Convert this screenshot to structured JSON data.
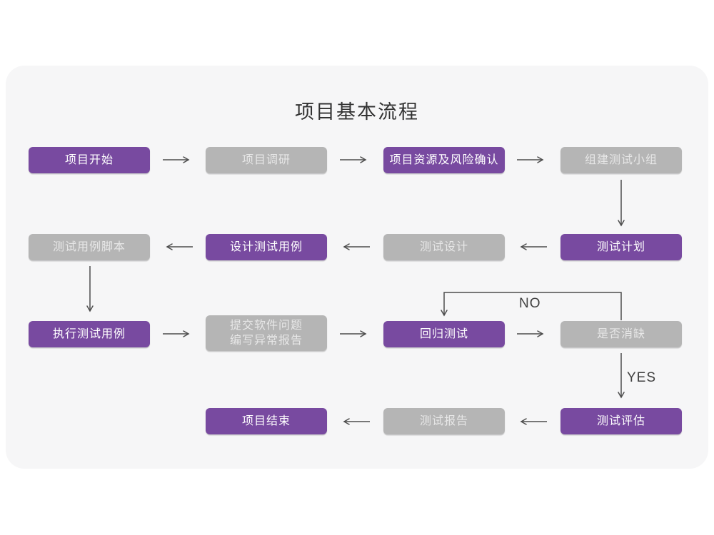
{
  "title": "项目基本流程",
  "labels": {
    "no": "NO",
    "yes": "YES"
  },
  "colors": {
    "purple": "#784aa0",
    "gray": "#b5b5b5",
    "panel": "#f6f6f7",
    "arrow": "#4d4d4d",
    "title": "#333333",
    "edge_label": "#3f3f3f",
    "gray_text": "#e7e7e7",
    "purple_text": "#ffffff",
    "page": "#ffffff"
  },
  "nodes": [
    {
      "id": "project-start",
      "label": "项目开始",
      "type": "purple"
    },
    {
      "id": "project-research",
      "label": "项目调研",
      "type": "gray"
    },
    {
      "id": "resource-risk",
      "label": "项目资源及风险确认",
      "type": "purple"
    },
    {
      "id": "build-test-team",
      "label": "组建测试小组",
      "type": "gray"
    },
    {
      "id": "test-plan",
      "label": "测试计划",
      "type": "purple"
    },
    {
      "id": "test-design",
      "label": "测试设计",
      "type": "gray"
    },
    {
      "id": "design-test-case",
      "label": "设计测试用例",
      "type": "purple"
    },
    {
      "id": "test-case-script",
      "label": "测试用例脚本",
      "type": "gray"
    },
    {
      "id": "execute-test-case",
      "label": "执行测试用例",
      "type": "purple"
    },
    {
      "id": "submit-issue",
      "label": "提交软件问题",
      "label2": "编写异常报告",
      "type": "gray"
    },
    {
      "id": "regression-test",
      "label": "回归测试",
      "type": "purple"
    },
    {
      "id": "defect-cleared",
      "label": "是否消缺",
      "type": "gray"
    },
    {
      "id": "test-evaluate",
      "label": "测试评估",
      "type": "purple"
    },
    {
      "id": "test-report",
      "label": "测试报告",
      "type": "gray"
    },
    {
      "id": "project-end",
      "label": "项目结束",
      "type": "purple"
    }
  ]
}
